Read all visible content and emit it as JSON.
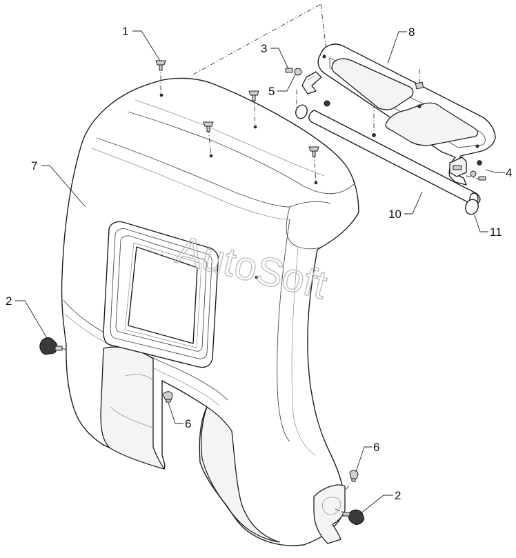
{
  "watermark": "AutoSoft",
  "callouts": [
    {
      "id": "c1",
      "label": "1"
    },
    {
      "id": "c2a",
      "label": "2"
    },
    {
      "id": "c2b",
      "label": "2"
    },
    {
      "id": "c3",
      "label": "3"
    },
    {
      "id": "c4",
      "label": "4"
    },
    {
      "id": "c5",
      "label": "5"
    },
    {
      "id": "c6a",
      "label": "6"
    },
    {
      "id": "c6b",
      "label": "6"
    },
    {
      "id": "c7",
      "label": "7"
    },
    {
      "id": "c8",
      "label": "8"
    },
    {
      "id": "c10",
      "label": "10"
    },
    {
      "id": "c11",
      "label": "11"
    }
  ],
  "colors": {
    "line": "#1c1c1c",
    "watermark": "#bdbdbd",
    "background": "#ffffff"
  }
}
